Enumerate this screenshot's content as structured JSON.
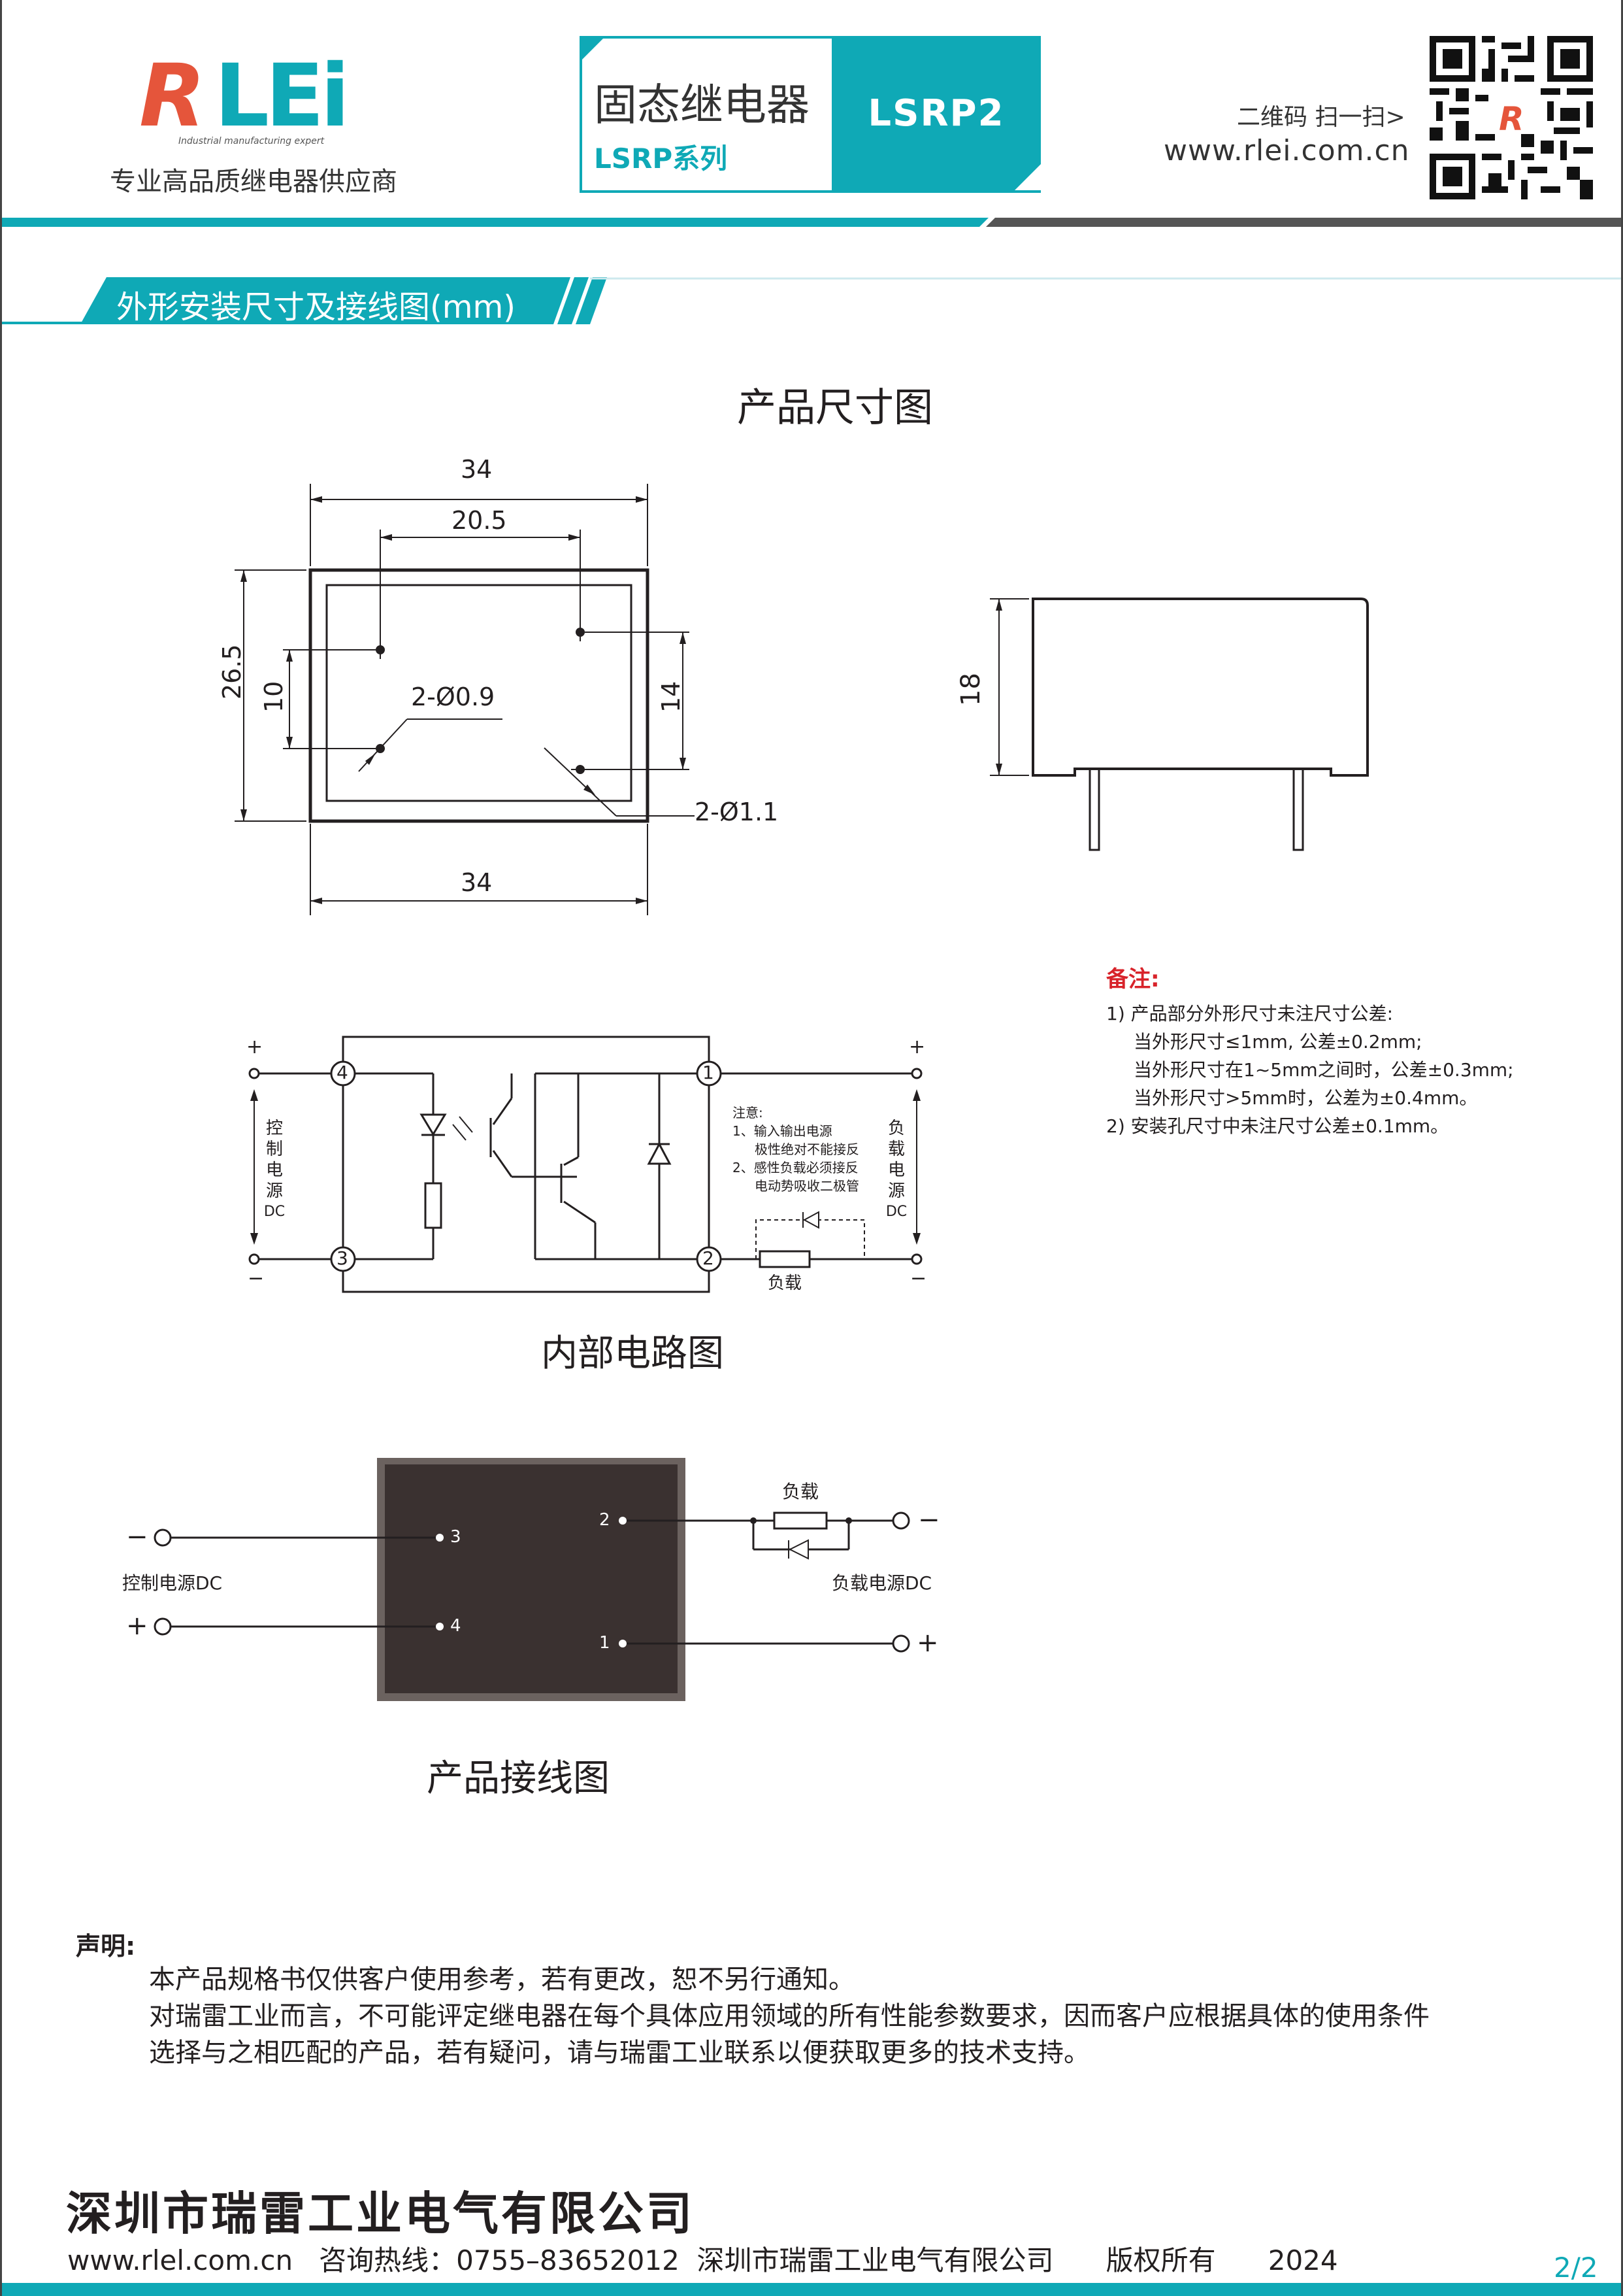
{
  "header": {
    "logo_text": "RLEi",
    "logo_sub": "Industrial manufacturing expert",
    "tagline": "专业高品质继电器供应商",
    "product_type": "固态继电器",
    "series": "LSRP系列",
    "model": "LSRP2",
    "qr_label": "二维码 扫一扫>",
    "website": "www.rlei.com.cn"
  },
  "section": {
    "title": "外形安装尺寸及接线图(mm)"
  },
  "dimension_drawing": {
    "title": "产品尺寸图",
    "top_width": "34",
    "hole_spacing": "20.5",
    "height": "26.5",
    "left_hole_span": "10",
    "right_hole_span": "14",
    "small_hole": "2-Ø0.9",
    "large_hole": "2-Ø1.1",
    "bottom_width": "34",
    "side_height": "18"
  },
  "notes": {
    "title": "备注:",
    "lines": [
      "1) 产品部分外形尺寸未注尺寸公差:",
      "当外形尺寸≤1mm, 公差±0.2mm;",
      "当外形尺寸在1~5mm之间时，公差±0.3mm;",
      "当外形尺寸>5mm时，公差为±0.4mm。",
      "2) 安装孔尺寸中未注尺寸公差±0.1mm。"
    ]
  },
  "circuit": {
    "title": "内部电路图",
    "pins": [
      "4",
      "3",
      "1",
      "2"
    ],
    "plus": "+",
    "minus": "−",
    "left_label": [
      "控",
      "制",
      "电",
      "源",
      "DC"
    ],
    "right_label": [
      "负",
      "载",
      "电",
      "源",
      "DC"
    ],
    "note_lines": [
      "注意:",
      "1、输入输出电源",
      "极性绝对不能接反",
      "2、感性负载必须接反",
      "电动势吸收二极管"
    ],
    "load": "负载"
  },
  "wiring": {
    "title": "产品接线图",
    "pin3": "3",
    "pin4": "4",
    "pin2": "2",
    "pin1": "1",
    "control_label": "控制电源DC",
    "load_label": "负载",
    "load_source_label": "负载电源DC",
    "minus": "−",
    "plus": "+"
  },
  "statement": {
    "title": "声明:",
    "lines": [
      "本产品规格书仅供客户使用参考，若有更改，恕不另行通知。",
      "对瑞雷工业而言，不可能评定继电器在每个具体应用领域的所有性能参数要求，因而客户应根据具体的使用条件",
      "选择与之相匹配的产品，若有疑问，请与瑞雷工业联系以便获取更多的技术支持。"
    ]
  },
  "footer": {
    "company": "深圳市瑞雷工业电气有限公司",
    "info": "www.rlel.com.cn   咨询热线：0755–83652012  深圳市瑞雷工业电气有限公司      版权所有      2024",
    "page": "2/2"
  },
  "colors": {
    "accent": "#0fa9b6",
    "brand": "#e5553b",
    "dark": "#231f20",
    "notes_red": "#d8232a"
  }
}
